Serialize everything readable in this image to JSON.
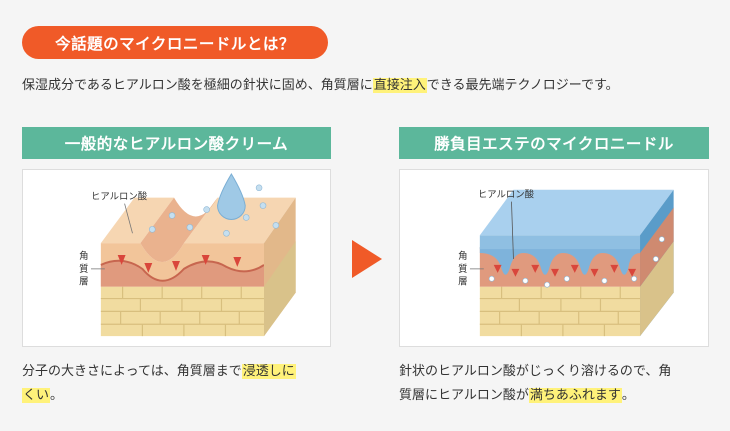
{
  "title": "今話題のマイクロニードルとは？",
  "intro": {
    "before": "保湿成分であるヒアルロン酸を極細の針状に固め、角質層に",
    "highlight": "直接注入",
    "after": "できる最先端テクノロジーです。"
  },
  "left_panel": {
    "header": "一般的なヒアルロン酸クリーム",
    "label_hyaluronic": "ヒアルロン酸",
    "label_stratum": [
      "角",
      "質",
      "層"
    ],
    "caption_before": "分子の大きさによっては、角質層まで",
    "caption_highlight_1": "浸透しに",
    "caption_highlight_2": "くい",
    "caption_after": "。"
  },
  "right_panel": {
    "header": "勝負目エステのマイクロニードル",
    "label_hyaluronic": "ヒアルロン酸",
    "label_stratum": [
      "角",
      "質",
      "層"
    ],
    "caption_before": "針状のヒアルロン酸がじっくり溶けるので、角",
    "caption_line2_before": "質層にヒアルロン酸が",
    "caption_highlight": "満ちあふれます",
    "caption_after": "。"
  },
  "colors": {
    "accent_orange": "#f05a28",
    "header_green": "#5cb79b",
    "highlight_yellow": "#fff27a"
  }
}
